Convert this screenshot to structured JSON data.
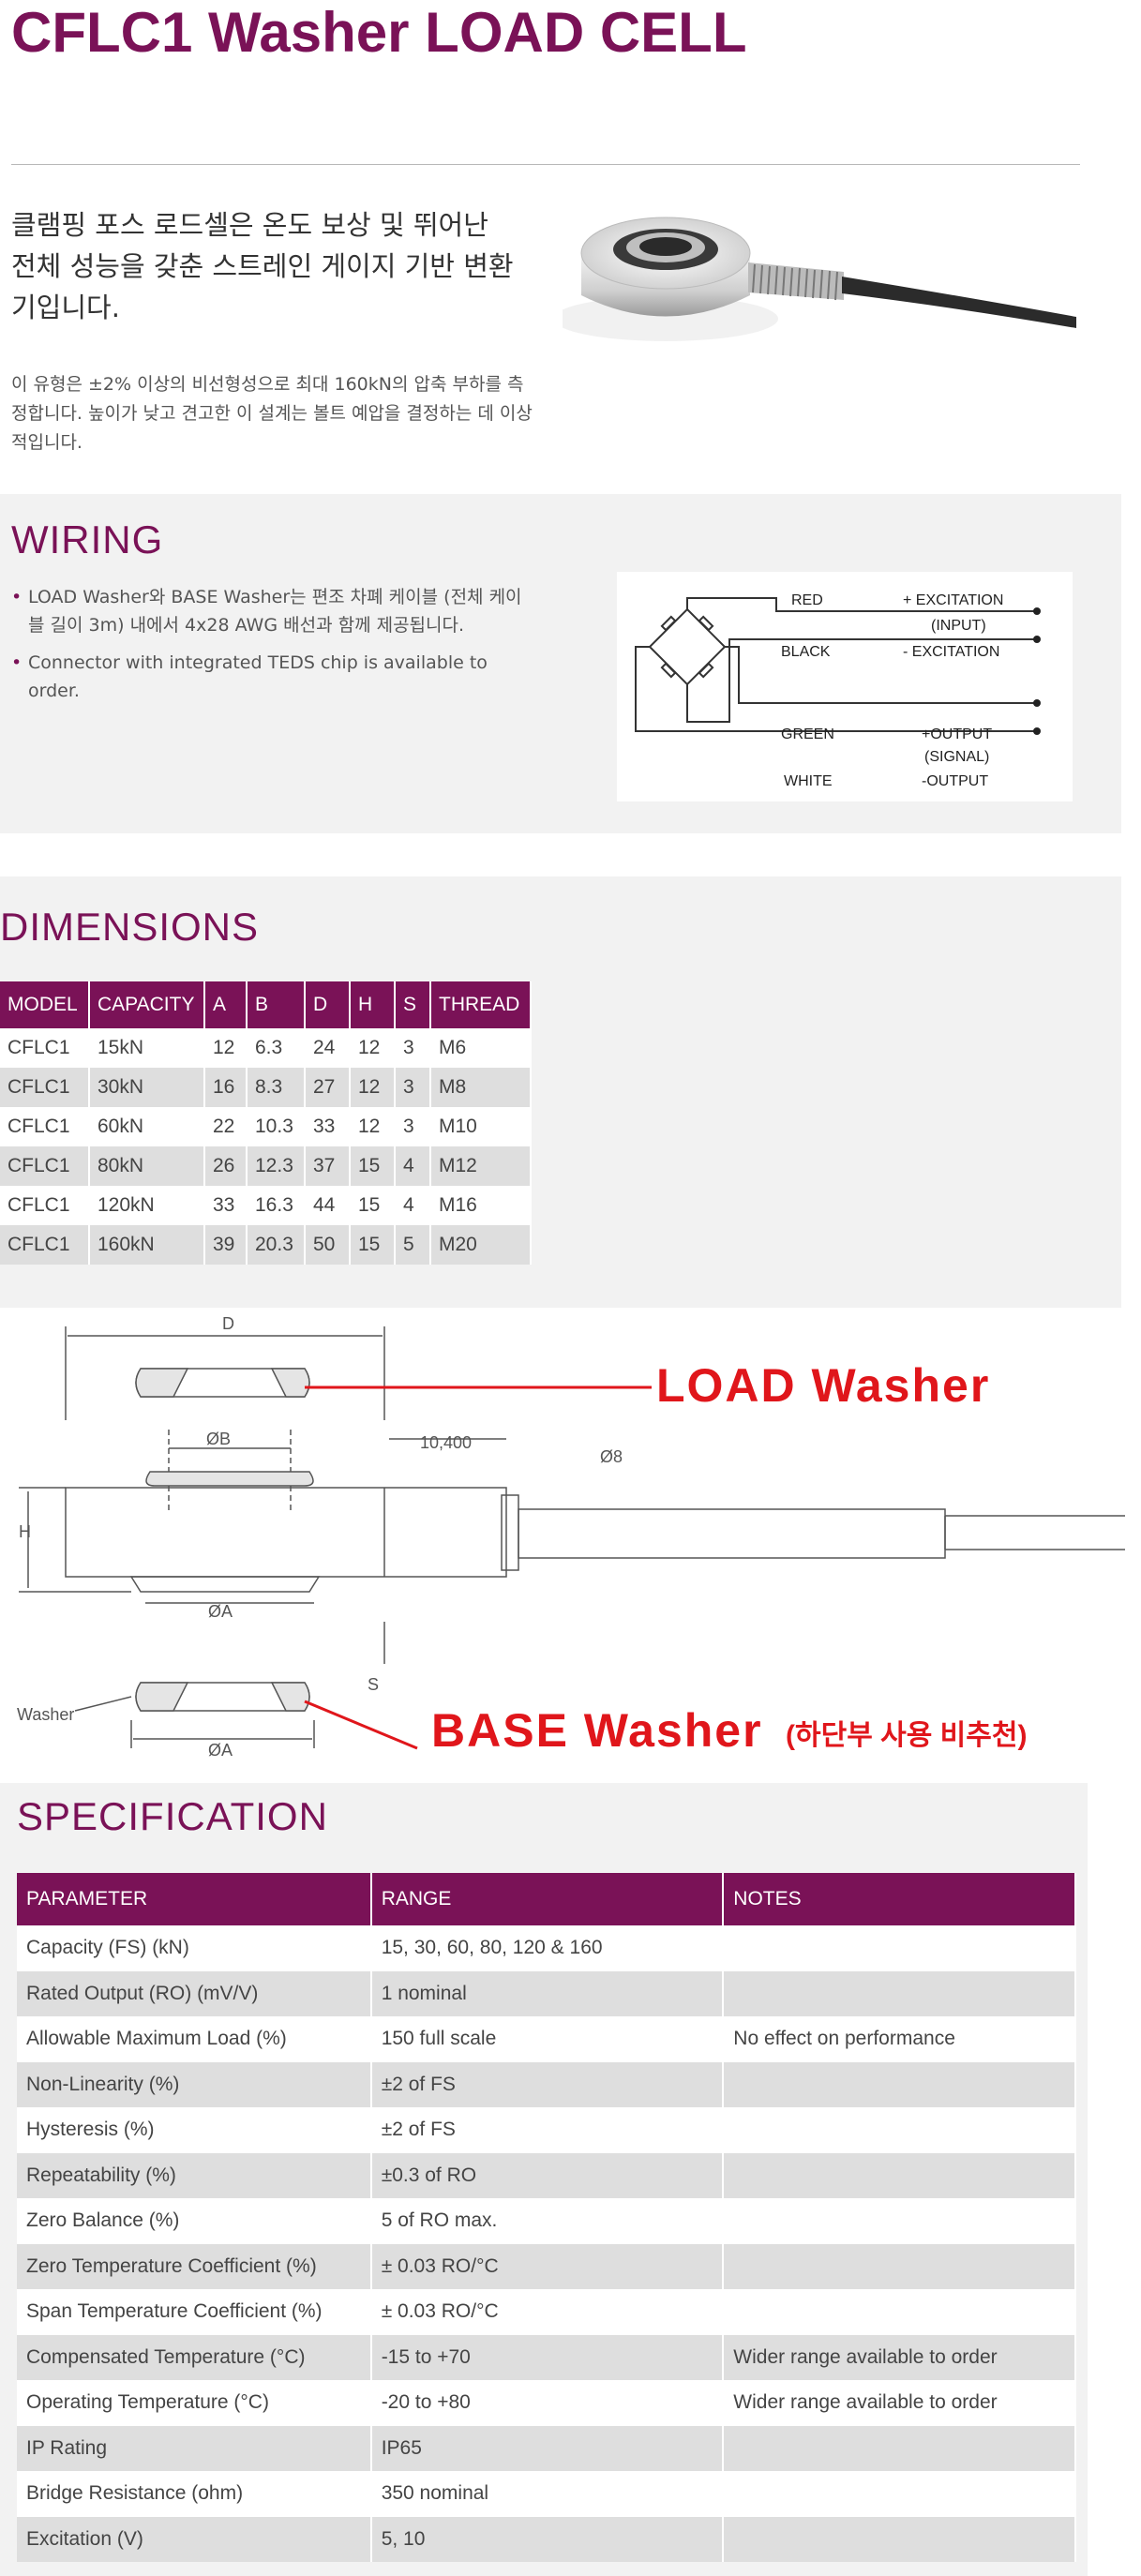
{
  "header": {
    "title": "CFLC1 Washer LOAD CELL"
  },
  "intro": {
    "lead": "클램핑 포스 로드셀은 온도 보상 및 뛰어난 전체 성능을 갖춘 스트레인 게이지 기반 변환기입니다.",
    "body": "이 유형은 ±2% 이상의 비선형성으로 최대 160kN의 압축 부하를 측정합니다. 높이가 낮고 견고한 이 설계는 볼트 예압을 결정하는 데 이상적입니다."
  },
  "wiring": {
    "title": "WIRING",
    "items": [
      "LOAD Washer와 BASE Washer는 편조 차폐 케이블 (전체 케이블 길이 3m) 내에서 4x28 AWG 배선과 함께 제공됩니다.",
      "Connector with integrated TEDS chip is available to order."
    ],
    "diagram": {
      "red": "RED",
      "black": "BLACK",
      "green": "GREEN",
      "white": "WHITE",
      "exc_pos": "+ EXCITATION",
      "input": "(INPUT)",
      "exc_neg": "- EXCITATION",
      "out_pos": "+OUTPUT",
      "signal": "(SIGNAL)",
      "out_neg": "-OUTPUT"
    }
  },
  "dimensions": {
    "title": "DIMENSIONS",
    "headers": [
      "MODEL",
      "CAPACITY",
      "A",
      "B",
      "D",
      "H",
      "S",
      "THREAD"
    ],
    "rows": [
      [
        "CFLC1",
        "15kN",
        "12",
        "6.3",
        "24",
        "12",
        "3",
        "M6"
      ],
      [
        "CFLC1",
        "30kN",
        "16",
        "8.3",
        "27",
        "12",
        "3",
        "M8"
      ],
      [
        "CFLC1",
        "60kN",
        "22",
        "10.3",
        "33",
        "12",
        "3",
        "M10"
      ],
      [
        "CFLC1",
        "80kN",
        "26",
        "12.3",
        "37",
        "15",
        "4",
        "M12"
      ],
      [
        "CFLC1",
        "120kN",
        "33",
        "16.3",
        "44",
        "15",
        "4",
        "M16"
      ],
      [
        "CFLC1",
        "160kN",
        "39",
        "20.3",
        "50",
        "15",
        "5",
        "M20"
      ]
    ]
  },
  "drawing": {
    "load_washer": "LOAD Washer",
    "base_washer": "BASE Washer",
    "base_note": "(하단부 사용 비추천)",
    "washer": "Washer",
    "dim_d": "D",
    "dim_b": "ØB",
    "dim_a_top": "ØA",
    "dim_a_bottom": "ØA",
    "dim_h": "H",
    "dim_s": "S",
    "dim_len": "10,400",
    "dim_dia": "Ø8"
  },
  "specification": {
    "title": "SPECIFICATION",
    "headers": [
      "PARAMETER",
      "RANGE",
      "NOTES"
    ],
    "rows": [
      [
        "Capacity (FS) (kN)",
        "15, 30, 60, 80, 120 & 160",
        ""
      ],
      [
        "Rated Output (RO) (mV/V)",
        "1 nominal",
        ""
      ],
      [
        "Allowable Maximum Load (%)",
        "150 full scale",
        "No effect on performance"
      ],
      [
        "Non-Linearity (%)",
        "±2 of FS",
        ""
      ],
      [
        "Hysteresis (%)",
        "±2 of FS",
        ""
      ],
      [
        "Repeatability (%)",
        "±0.3 of RO",
        ""
      ],
      [
        "Zero Balance (%)",
        "5 of RO max.",
        ""
      ],
      [
        "Zero Temperature Coefficient (%)",
        "± 0.03 RO/°C",
        ""
      ],
      [
        "Span Temperature Coefficient (%)",
        "± 0.03 RO/°C",
        ""
      ],
      [
        "Compensated Temperature (°C)",
        "-15 to +70",
        "Wider range available to order"
      ],
      [
        "Operating Temperature (°C)",
        "-20 to +80",
        "Wider range available to order"
      ],
      [
        "IP Rating",
        "IP65",
        ""
      ],
      [
        "Bridge Resistance (ohm)",
        "350 nominal",
        ""
      ],
      [
        "Excitation (V)",
        "5, 10",
        ""
      ]
    ]
  },
  "colors": {
    "brand": "#7a1257",
    "row_alt": "#dedede",
    "section_bg": "#f2f2f2",
    "callout_red": "#e0161b"
  }
}
